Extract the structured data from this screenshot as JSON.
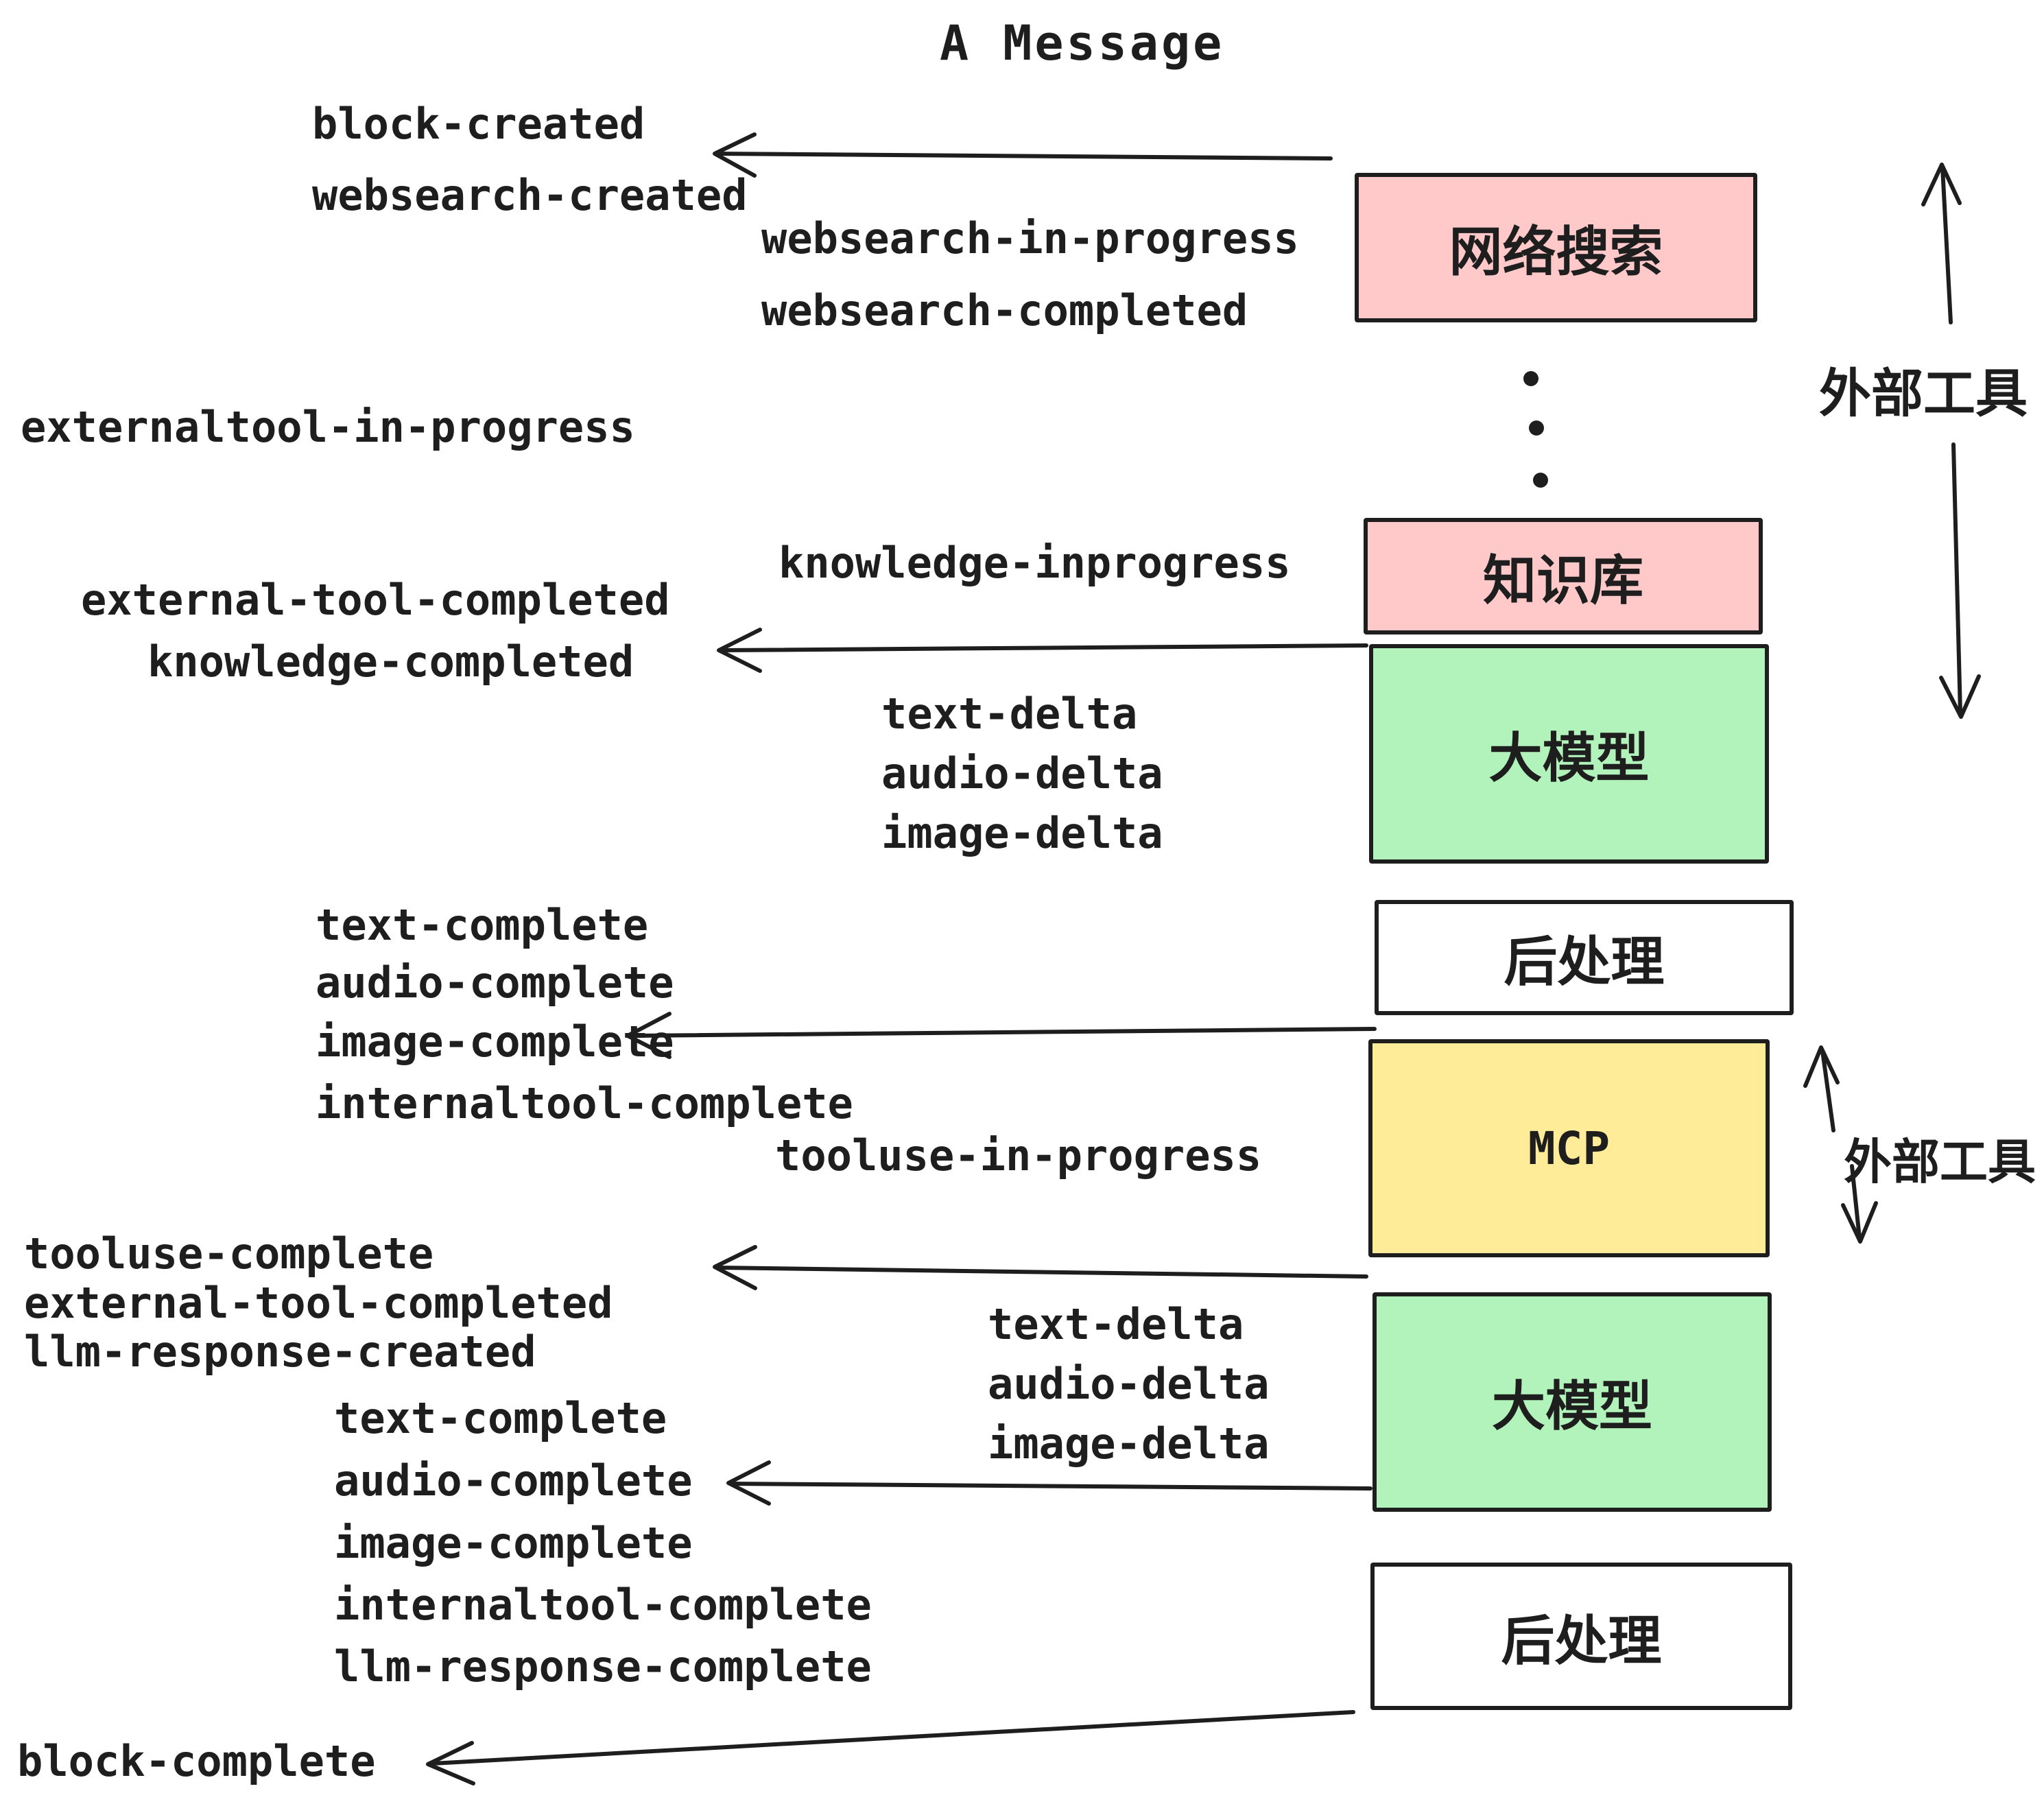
{
  "title": "A Message",
  "colors": {
    "ink": "#1e1e1e",
    "pink": "#FFC9C9",
    "green": "#B2F2BB",
    "yellow": "#FFEC99",
    "white": "#FFFFFF"
  },
  "boxes": [
    {
      "id": "websearch",
      "label": "网络搜索",
      "fill": "#FFC9C9"
    },
    {
      "id": "knowledge",
      "label": "知识库",
      "fill": "#FFC9C9"
    },
    {
      "id": "llm-1",
      "label": "大模型",
      "fill": "#B2F2BB"
    },
    {
      "id": "postprocess-1",
      "label": "后处理",
      "fill": "#FFFFFF"
    },
    {
      "id": "mcp",
      "label": "MCP",
      "fill": "#FFEC99"
    },
    {
      "id": "llm-2",
      "label": "大模型",
      "fill": "#B2F2BB"
    },
    {
      "id": "postprocess-2",
      "label": "后处理",
      "fill": "#FFFFFF"
    }
  ],
  "annotations": {
    "external_tools_top": "外部工具",
    "external_tools_mcp": "外部工具"
  },
  "events": {
    "block_created": "block-created",
    "websearch_created": "websearch-created",
    "websearch_in_progress": "websearch-in-progress",
    "websearch_completed": "websearch-completed",
    "externaltool_in_progress": "externaltool-in-progress",
    "external_tool_completed_1": "external-tool-completed",
    "knowledge_completed": "knowledge-completed",
    "knowledge_inprogress": "knowledge-inprogress",
    "text_delta_1": "text-delta",
    "audio_delta_1": "audio-delta",
    "image_delta_1": "image-delta",
    "text_complete_1": "text-complete",
    "audio_complete_1": "audio-complete",
    "image_complete_1": "image-complete",
    "internaltool_complete_1": "internaltool-complete",
    "tooluse_in_progress": "tooluse-in-progress",
    "tooluse_complete": "tooluse-complete",
    "external_tool_completed_2": "external-tool-completed",
    "llm_response_created": "llm-response-created",
    "text_complete_2": "text-complete",
    "audio_complete_2": "audio-complete",
    "image_complete_2": "image-complete",
    "internaltool_complete_2": "internaltool-complete",
    "llm_response_complete": "llm-response-complete",
    "block_complete": "block-complete"
  }
}
